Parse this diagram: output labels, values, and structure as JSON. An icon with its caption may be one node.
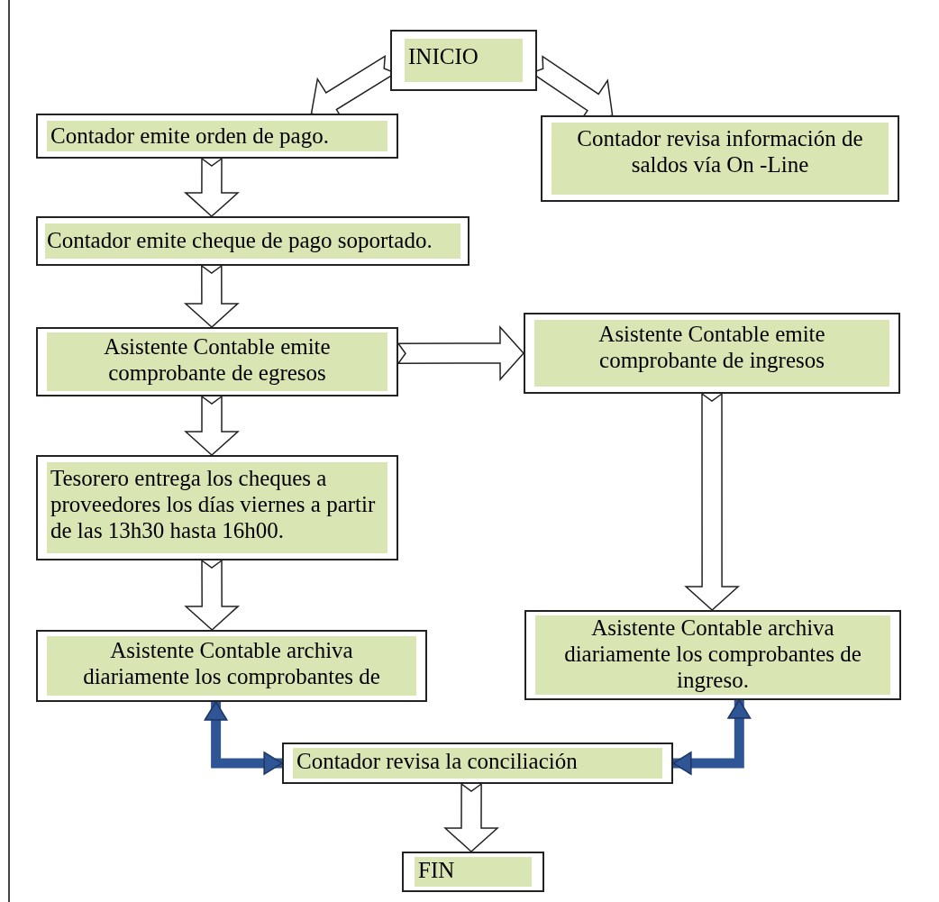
{
  "diagram": {
    "nodes": [
      {
        "text": [
          "INICIO"
        ]
      },
      {
        "text": [
          "Contador emite orden de pago."
        ]
      },
      {
        "text": [
          "Contador revisa información de saldos vía On -Line"
        ]
      },
      {
        "text": [
          "Contador emite cheque de pago soportado."
        ]
      },
      {
        "text": [
          "Asistente Contable emite comprobante de egresos"
        ]
      },
      {
        "text": [
          "Asistente Contable emite comprobante de ingresos"
        ]
      },
      {
        "text": [
          "Tesorero entrega los cheques a proveedores los días viernes a partir de las 13h30 hasta 16h00."
        ]
      },
      {
        "text": [
          "Asistente Contable archiva diariamente los comprobantes de"
        ]
      },
      {
        "text": [
          "Asistente Contable archiva diariamente los comprobantes de ingreso."
        ]
      },
      {
        "text": [
          "Contador revisa la conciliación"
        ]
      },
      {
        "text": [
          "FIN"
        ]
      }
    ],
    "edges": [
      {
        "from": 0,
        "to": 1,
        "arrow": "to"
      },
      {
        "from": 0,
        "to": 2,
        "arrow": "to"
      },
      {
        "from": 1,
        "to": 3,
        "arrow": "to"
      },
      {
        "from": 3,
        "to": 4,
        "arrow": "to"
      },
      {
        "from": 4,
        "to": 5,
        "arrow": "to"
      },
      {
        "from": 4,
        "to": 6,
        "arrow": "to"
      },
      {
        "from": 5,
        "to": 8,
        "arrow": "to"
      },
      {
        "from": 6,
        "to": 7,
        "arrow": "to"
      },
      {
        "from": 7,
        "to": 9,
        "arrow": "both",
        "color": "#2f5597"
      },
      {
        "from": 8,
        "to": 9,
        "arrow": "both",
        "color": "#2f5597"
      },
      {
        "from": 9,
        "to": 10,
        "arrow": "to"
      }
    ]
  }
}
